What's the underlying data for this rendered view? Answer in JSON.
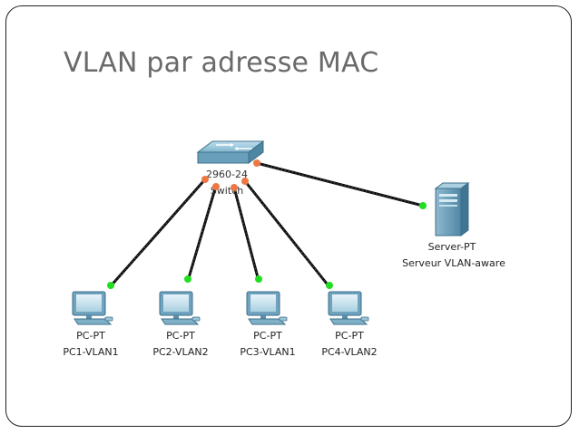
{
  "slide": {
    "title": "VLAN par adresse MAC"
  },
  "switch": {
    "model": "2960-24",
    "name": "Switch",
    "icon": "switch-icon"
  },
  "server": {
    "type": "Server-PT",
    "name": "Serveur VLAN-aware",
    "icon": "server-icon"
  },
  "pcs": [
    {
      "type": "PC-PT",
      "name": "PC1-VLAN1",
      "icon": "pc-icon"
    },
    {
      "type": "PC-PT",
      "name": "PC2-VLAN2",
      "icon": "pc-icon"
    },
    {
      "type": "PC-PT",
      "name": "PC3-VLAN1",
      "icon": "pc-icon"
    },
    {
      "type": "PC-PT",
      "name": "PC4-VLAN2",
      "icon": "pc-icon"
    }
  ],
  "colors": {
    "link": "#111111",
    "port_up_device": "#22dd22",
    "port_switch": "#ee7744",
    "device_body": "#6fa3bf",
    "title_text": "#6a6a6a"
  }
}
